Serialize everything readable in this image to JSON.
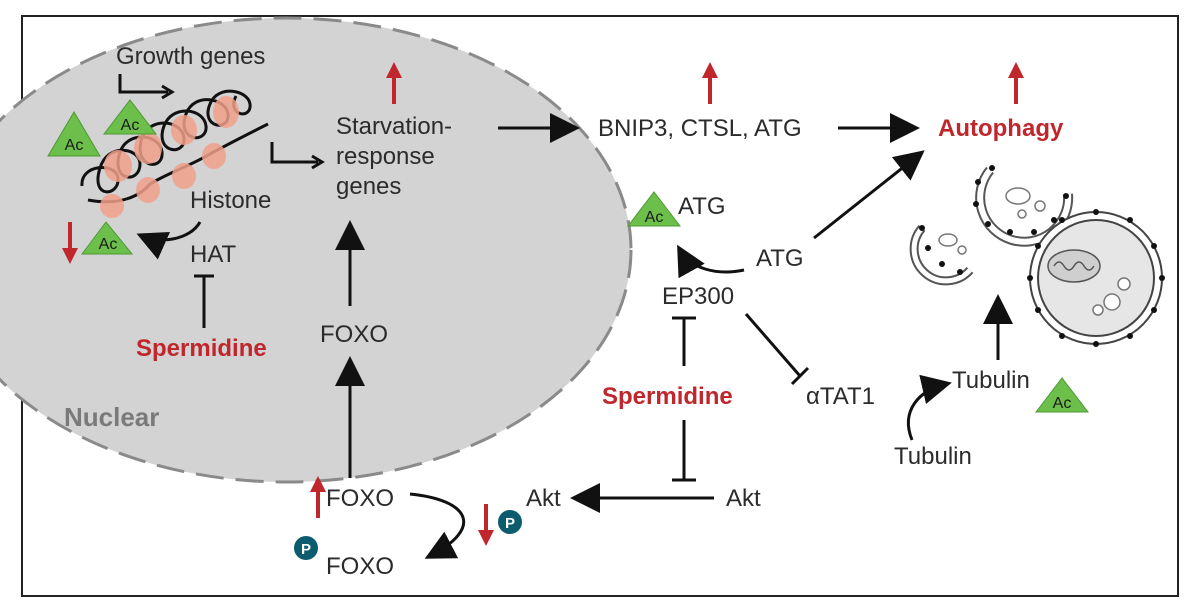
{
  "colors": {
    "nucleus_fill": "#d3d3d3",
    "accent_red": "#c0272d",
    "acetyl_green": "#6cbf4a",
    "phospho_teal": "#0b5c6e",
    "histone_pink": "#f0a08a"
  },
  "nucleus": {
    "label": "Nuclear",
    "growth_genes": "Growth genes",
    "starvation_genes": [
      "Starvation-",
      "response",
      "genes"
    ],
    "histone": "Histone",
    "hat": "HAT",
    "spermidine": "Spermidine",
    "foxo_inner": "FOXO"
  },
  "cytoplasm": {
    "bnip3": "BNIP3, CTSL, ATG",
    "autophagy": "Autophagy",
    "atg_acetylated": "ATG",
    "atg": "ATG",
    "ep300": "EP300",
    "spermidine": "Spermidine",
    "atat1": "αTAT1",
    "tubulin_acetylated": "Tubulin",
    "tubulin": "Tubulin",
    "akt_left": "Akt",
    "akt_right": "Akt",
    "foxo_up": "FOXO",
    "foxo_phospho": "FOXO"
  },
  "badges": {
    "acetyl": "Ac",
    "phospho": "P"
  }
}
